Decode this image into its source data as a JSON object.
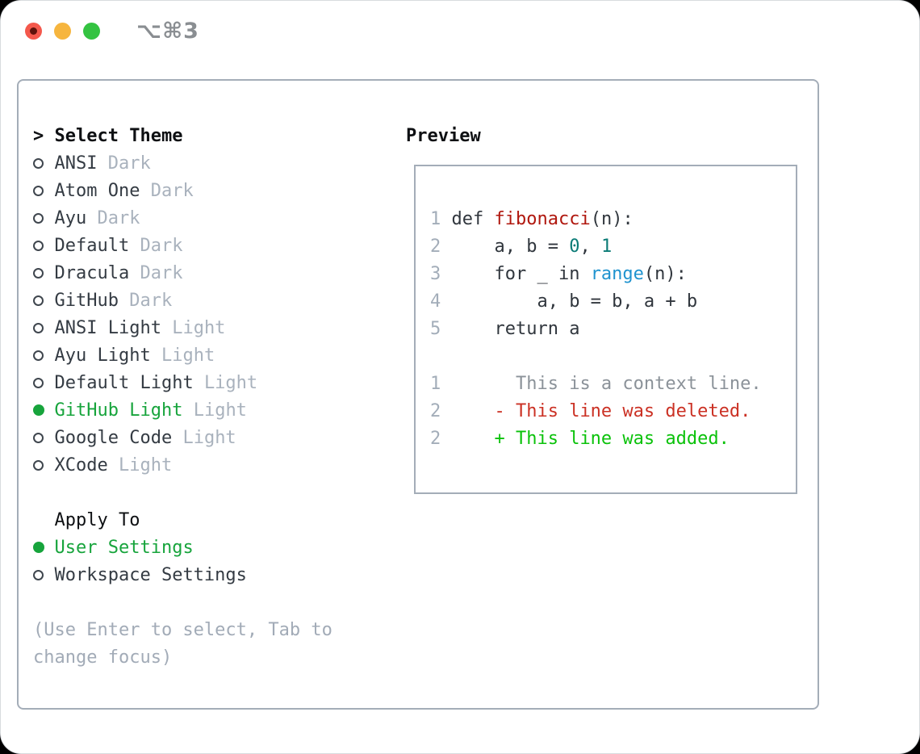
{
  "window": {
    "title": "⌥⌘3"
  },
  "colors": {
    "accent_selected_green": "#17a43c",
    "diff_added_green": "#0bc20b",
    "diff_deleted_red": "#cb3124",
    "syntax_function_red": "#b0170e",
    "syntax_builtin_blue": "#1f93cf",
    "syntax_number_teal": "#0a7b76",
    "text_dark": "#343b43",
    "header_black": "#0e1013",
    "muted_gray": "#a9b2bd",
    "line_number_gray": "#a3adb9",
    "context_gray": "#8b9299",
    "panel_border_gray": "#a4adb8",
    "titlebar_text_gray": "#8a8e92",
    "traffic_red": "#f4584c",
    "traffic_yellow": "#f6b53e",
    "traffic_green": "#34c341"
  },
  "theme_list": {
    "prompt": ">",
    "header": "Select Theme",
    "items": [
      {
        "name": "ANSI",
        "variant": "Dark",
        "selected": false
      },
      {
        "name": "Atom One",
        "variant": "Dark",
        "selected": false
      },
      {
        "name": "Ayu",
        "variant": "Dark",
        "selected": false
      },
      {
        "name": "Default",
        "variant": "Dark",
        "selected": false
      },
      {
        "name": "Dracula",
        "variant": "Dark",
        "selected": false
      },
      {
        "name": "GitHub",
        "variant": "Dark",
        "selected": false
      },
      {
        "name": "ANSI Light",
        "variant": "Light",
        "selected": false
      },
      {
        "name": "Ayu Light",
        "variant": "Light",
        "selected": false
      },
      {
        "name": "Default Light",
        "variant": "Light",
        "selected": false
      },
      {
        "name": "GitHub Light",
        "variant": "Light",
        "selected": true
      },
      {
        "name": "Google Code",
        "variant": "Light",
        "selected": false
      },
      {
        "name": "XCode",
        "variant": "Light",
        "selected": false
      }
    ]
  },
  "apply_to": {
    "header": "Apply To",
    "options": [
      {
        "label": "User Settings",
        "selected": true
      },
      {
        "label": "Workspace Settings",
        "selected": false
      }
    ]
  },
  "footer_hint": {
    "line1": "(Use Enter to select, Tab to",
    "line2": "change focus)"
  },
  "preview": {
    "header": "Preview",
    "code_lines": [
      {
        "num": "1",
        "kind": "code",
        "tokens": [
          {
            "t": "def ",
            "c": "code"
          },
          {
            "t": "fibonacci",
            "c": "func"
          },
          {
            "t": "(n):",
            "c": "code"
          }
        ]
      },
      {
        "num": "2",
        "kind": "code",
        "tokens": [
          {
            "t": "    a, b = ",
            "c": "code"
          },
          {
            "t": "0",
            "c": "num"
          },
          {
            "t": ", ",
            "c": "code"
          },
          {
            "t": "1",
            "c": "num"
          }
        ]
      },
      {
        "num": "3",
        "kind": "code",
        "tokens": [
          {
            "t": "    for _ in ",
            "c": "code"
          },
          {
            "t": "range",
            "c": "builtin"
          },
          {
            "t": "(n):",
            "c": "code"
          }
        ]
      },
      {
        "num": "4",
        "kind": "code",
        "tokens": [
          {
            "t": "        a, b = b, a + b",
            "c": "code"
          }
        ]
      },
      {
        "num": "5",
        "kind": "code",
        "tokens": [
          {
            "t": "    return a",
            "c": "code"
          }
        ]
      },
      {
        "num": "",
        "kind": "blank",
        "tokens": []
      },
      {
        "num": "1",
        "kind": "diff-context",
        "tokens": [
          {
            "t": "      This is a context line.",
            "c": "context"
          }
        ]
      },
      {
        "num": "2",
        "kind": "diff-deleted",
        "tokens": [
          {
            "t": "    - This line was deleted.",
            "c": "deleted"
          }
        ]
      },
      {
        "num": "2",
        "kind": "diff-added",
        "tokens": [
          {
            "t": "    + This line was added.",
            "c": "added"
          }
        ]
      }
    ]
  }
}
